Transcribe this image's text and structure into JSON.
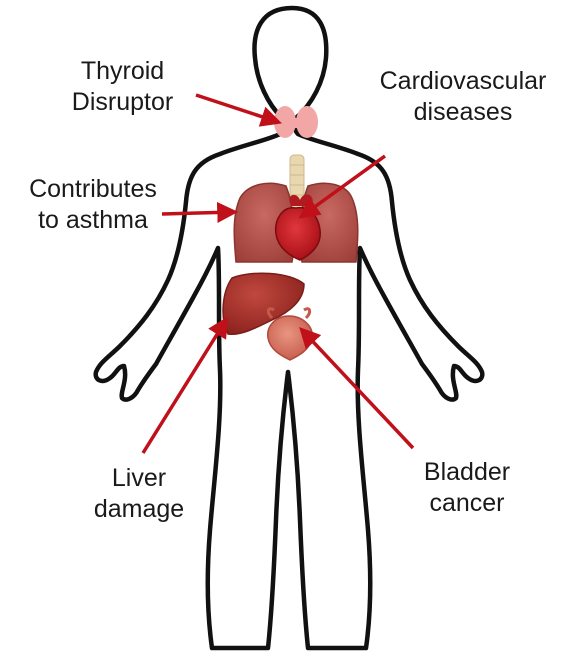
{
  "diagram": {
    "labels": {
      "thyroid": {
        "line1": "Thyroid",
        "line2": "Disruptor"
      },
      "cardio": {
        "line1": "Cardiovascular",
        "line2": "diseases"
      },
      "asthma": {
        "line1": "Contributes",
        "line2": "to asthma"
      },
      "liver": {
        "line1": "Liver",
        "line2": "damage"
      },
      "bladder": {
        "line1": "Bladder",
        "line2": "cancer"
      }
    },
    "colors": {
      "outline": "#111111",
      "arrow": "#c0101a",
      "lung": "#b5524c",
      "heart": "#c4141c",
      "liver": "#a8302a",
      "bladder": "#d6705e",
      "thyroid": "#f2a7a6",
      "trachea": "#e9d7b0"
    }
  }
}
